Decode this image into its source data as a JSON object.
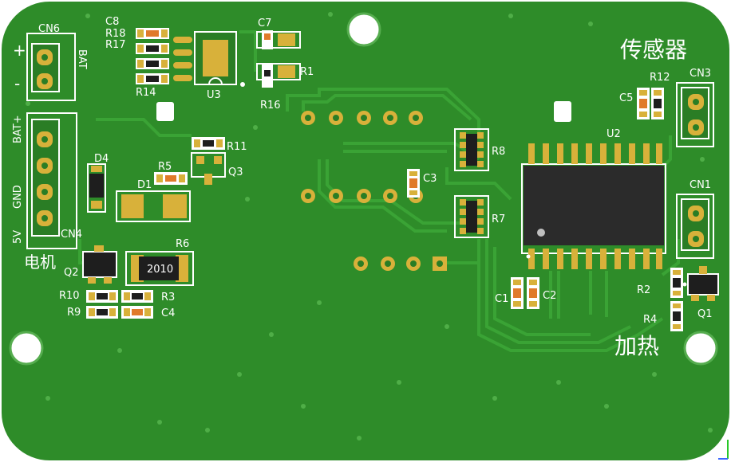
{
  "board": {
    "colors": {
      "pcb": "#2f8f2a",
      "trace": "#3aa032",
      "silk": "#ffffff",
      "gold": "#d8b13a",
      "ic": "#2a2a2a"
    }
  },
  "labels": {
    "cn6": "CN6",
    "bat_vertical": "BAT",
    "plus": "+",
    "minus": "-",
    "c8": "C8",
    "r18": "R18",
    "r17": "R17",
    "r14": "R14",
    "u3": "U3",
    "c7": "C7",
    "r1": "R1",
    "r16": "R16",
    "bat_plus_vertical": "BAT+",
    "gnd_vertical": "GND",
    "fivev_vertical": "5V",
    "cn4": "CN4",
    "d4": "D4",
    "d1": "D1",
    "r5": "R5",
    "r11": "R11",
    "q3": "Q3",
    "motor": "电机",
    "q2": "Q2",
    "r6": "R6",
    "r6_marking": "2010",
    "r10": "R10",
    "r9": "R9",
    "r3": "R3",
    "c4": "C4",
    "r8": "R8",
    "c3": "C3",
    "r7": "R7",
    "sensor": "传感器",
    "r12": "R12",
    "c5": "C5",
    "cn3": "CN3",
    "u2": "U2",
    "cn1": "CN1",
    "r2": "R2",
    "r4": "R4",
    "q1": "Q1",
    "c1": "C1",
    "c2": "C2",
    "heating": "加热"
  }
}
